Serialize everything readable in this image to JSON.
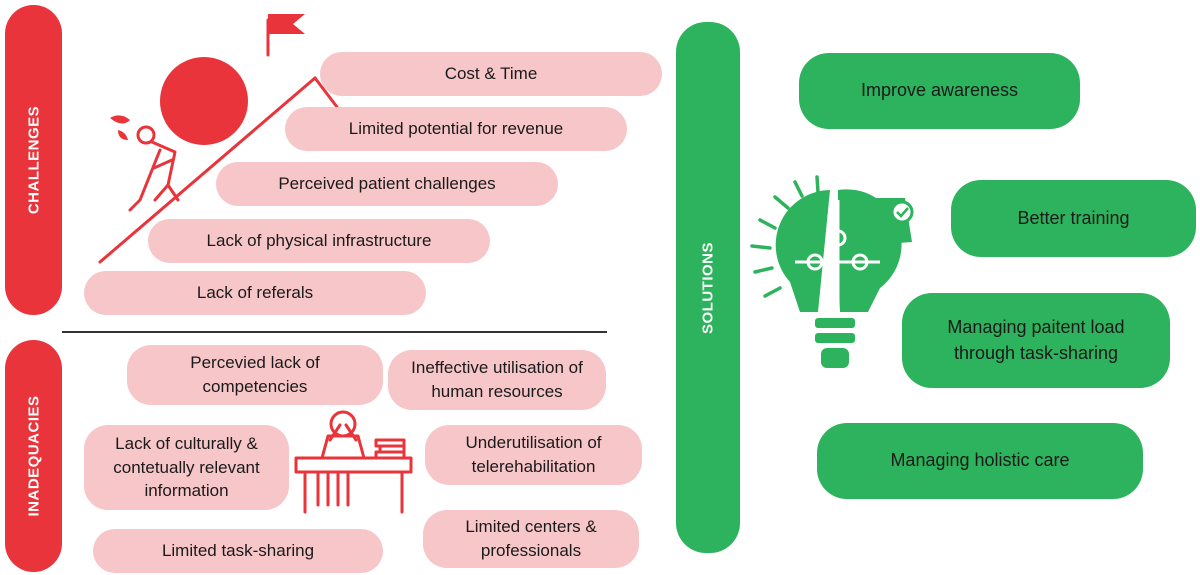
{
  "colors": {
    "red": "#e8343a",
    "pink": "#f7c6c9",
    "green": "#2db35d"
  },
  "challenges": {
    "label": "CHALLENGES",
    "items": [
      "Cost & Time",
      "Limited potential for revenue",
      "Perceived patient challenges",
      "Lack of physical infrastructure",
      "Lack of referals"
    ],
    "icon": "climber-pushing-boulder-icon"
  },
  "inadequacies": {
    "label": "INADEQUACIES",
    "items": [
      "Percevied lack of competencies",
      "Ineffective utilisation of human resources",
      "Lack of culturally & contetually relevant information",
      "Underutilisation of telerehabilitation",
      "Limited centers & professionals",
      "Limited task-sharing"
    ],
    "icon": "stressed-person-at-desk-icon"
  },
  "solutions": {
    "label": "SOLUTIONS",
    "items": [
      "Improve awareness",
      "Better training",
      "Managing paitent load through  task-sharing",
      "Managing holistic care"
    ],
    "icon": "puzzle-lightbulb-icon"
  }
}
